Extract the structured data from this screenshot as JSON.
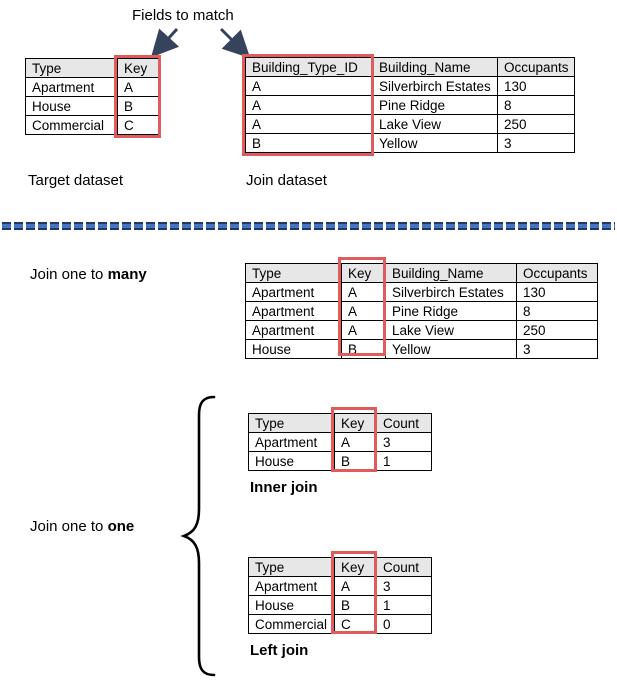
{
  "labels": {
    "fields_to_match": "Fields to match",
    "target_dataset": "Target dataset",
    "join_dataset": "Join dataset",
    "one_to_many": {
      "prefix": "Join one to ",
      "emphasis": "many"
    },
    "one_to_one": {
      "prefix": "Join one to ",
      "emphasis": "one"
    },
    "inner_join": "Inner join",
    "left_join": "Left join"
  },
  "colors": {
    "highlight_red": "#e05c5c",
    "table_header_gray": "#e7e7e7",
    "divider_light_blue": "#4472c4",
    "divider_dark_blue": "#1f3864",
    "arrow_dark_slate": "#36435c",
    "table_border": "#000000"
  },
  "icons": {
    "arrow_left": "down-left-arrow",
    "arrow_right": "down-right-arrow",
    "brace": "left-curly-brace"
  },
  "tables": {
    "target": {
      "headers": [
        "Type",
        "Key"
      ],
      "rows": [
        [
          "Apartment",
          "A"
        ],
        [
          "House",
          "B"
        ],
        [
          "Commercial",
          "C"
        ]
      ],
      "highlighted_column": "Key"
    },
    "join": {
      "headers": [
        "Building_Type_ID",
        "Building_Name",
        "Occupants"
      ],
      "rows": [
        [
          "A",
          "Silverbirch Estates",
          "130"
        ],
        [
          "A",
          "Pine Ridge",
          "8"
        ],
        [
          "A",
          "Lake View",
          "250"
        ],
        [
          "B",
          "Yellow",
          "3"
        ]
      ],
      "highlighted_column": "Building_Type_ID"
    },
    "one_to_many": {
      "headers": [
        "Type",
        "Key",
        "Building_Name",
        "Occupants"
      ],
      "rows": [
        [
          "Apartment",
          "A",
          "Silverbirch Estates",
          "130"
        ],
        [
          "Apartment",
          "A",
          "Pine Ridge",
          "8"
        ],
        [
          "Apartment",
          "A",
          "Lake View",
          "250"
        ],
        [
          "House",
          "B",
          "Yellow",
          "3"
        ]
      ],
      "highlighted_column": "Key"
    },
    "inner_join": {
      "headers": [
        "Type",
        "Key",
        "Count"
      ],
      "rows": [
        [
          "Apartment",
          "A",
          "3"
        ],
        [
          "House",
          "B",
          "1"
        ]
      ],
      "highlighted_column": "Key"
    },
    "left_join": {
      "headers": [
        "Type",
        "Key",
        "Count"
      ],
      "rows": [
        [
          "Apartment",
          "A",
          "3"
        ],
        [
          "House",
          "B",
          "1"
        ],
        [
          "Commercial",
          "C",
          "0"
        ]
      ],
      "highlighted_column": "Key"
    }
  }
}
